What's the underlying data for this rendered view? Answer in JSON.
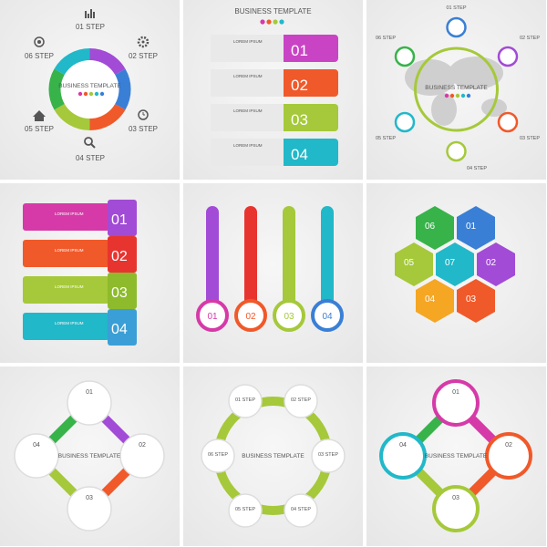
{
  "business_template": "BUSINESS TEMPLATE",
  "lorem": "LOREM IPSUM",
  "colors": {
    "purple": "#a24bd6",
    "magenta": "#d63aa8",
    "orange": "#f0592a",
    "red": "#e8342f",
    "yellow_green": "#a5c93a",
    "green": "#37b34a",
    "teal": "#21b8c9",
    "blue": "#3a7fd6"
  },
  "panel1": {
    "steps": [
      "01 STEP",
      "02 STEP",
      "03 STEP",
      "04 STEP",
      "05 STEP",
      "06 STEP"
    ],
    "icons": [
      "chart-icon",
      "gear-icon",
      "alarm-clock-icon",
      "magnifier-icon",
      "home-icon",
      "target-icon"
    ]
  },
  "panel2": {
    "numbers": [
      "01",
      "02",
      "03",
      "04"
    ]
  },
  "panel3": {
    "steps": [
      "01 STEP",
      "02 STEP",
      "03 STEP",
      "04 STEP",
      "05 STEP",
      "06 STEP"
    ],
    "icons": [
      "chart-icon",
      "gear-icon",
      "target-icon",
      "home-icon",
      "magnifier-icon",
      "alarm-clock-icon"
    ]
  },
  "panel4": {
    "numbers": [
      "01",
      "02",
      "03",
      "04"
    ]
  },
  "panel5": {
    "numbers": [
      "01",
      "02",
      "03",
      "04"
    ]
  },
  "panel6": {
    "numbers": [
      "01",
      "02",
      "03",
      "04",
      "05",
      "06",
      "07"
    ]
  },
  "panel7": {
    "numbers": [
      "01",
      "02",
      "03",
      "04"
    ]
  },
  "panel8": {
    "steps": [
      "01 STEP",
      "02 STEP",
      "03 STEP",
      "04 STEP",
      "05 STEP",
      "06 STEP"
    ]
  },
  "panel9": {
    "numbers": [
      "01",
      "02",
      "03",
      "04"
    ]
  }
}
